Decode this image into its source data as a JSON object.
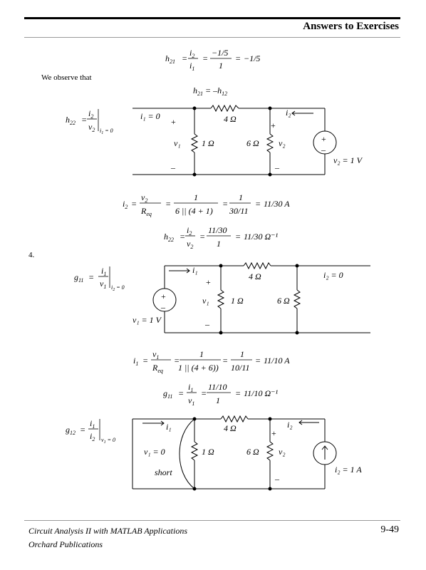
{
  "header": {
    "title": "Answers to Exercises"
  },
  "footer": {
    "book": "Circuit Analysis II with MATLAB Applications",
    "publisher": "Orchard Publications",
    "page": "9-49"
  },
  "text": {
    "observe": "We observe that",
    "item4": "4."
  },
  "eq": {
    "h21_lhs": "h",
    "h21_sub": "21",
    "i2": "i",
    "sub2": "2",
    "sub1": "1",
    "frac_num": "−1/5",
    "frac_den": "1",
    "h21_result": "−1/5",
    "h21_rel": "h₂₁ = −h₁₂",
    "h22_label": "h₂₂",
    "i2_eq_den_req": "R",
    "i2_frac2_num": "1",
    "i2_frac2_den": "6 || (4 + 1)",
    "i2_frac3_num": "1",
    "i2_frac3_den": "30/11",
    "i2_result": "11/30 A",
    "h22_frac_num": "11/30",
    "h22_frac_den": "1",
    "h22_result": "11/30 Ω⁻¹",
    "g11_frac2_den": "1 || (4 + 6))",
    "g11_frac3_den": "10/11",
    "i1_result": "11/10 A",
    "g11_frac_num": "11/10",
    "g11_result": "11/10 Ω⁻¹"
  },
  "circuits": {
    "c1": {
      "i1": "i₁ = 0",
      "r4": "4 Ω",
      "r1": "1 Ω",
      "r6": "6 Ω",
      "v1": "v₁",
      "v2": "v₂",
      "i2": "i₂",
      "src": "v₂ = 1 V"
    },
    "c2": {
      "i1": "i₁",
      "r4": "4 Ω",
      "r1": "1 Ω",
      "r6": "6 Ω",
      "v1": "v₁",
      "i2": "i₂ = 0",
      "src": "v₁ = 1 V"
    },
    "c3": {
      "i1": "i₁",
      "r4": "4 Ω",
      "r1": "1 Ω",
      "r6": "6 Ω",
      "v1": "v₁ = 0",
      "v2": "v₂",
      "i2": "i₂",
      "short": "short",
      "src": "i₂ = 1 A"
    }
  }
}
